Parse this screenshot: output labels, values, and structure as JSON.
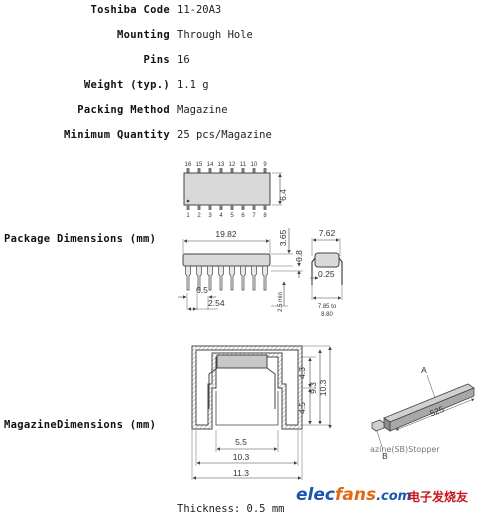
{
  "specs": [
    {
      "label": "Toshiba Code",
      "value": "11-20A3"
    },
    {
      "label": "Mounting",
      "value": "Through Hole"
    },
    {
      "label": "Pins",
      "value": "16"
    },
    {
      "label": "Weight (typ.)",
      "value": "1.1 g"
    },
    {
      "label": "Packing Method",
      "value": "Magazine"
    },
    {
      "label": "Minimum Quantity",
      "value": "25 pcs/Magazine"
    }
  ],
  "package": {
    "label": "Package Dimensions (mm)",
    "pins_top": [
      "16",
      "15",
      "14",
      "13",
      "12",
      "11",
      "10",
      "9"
    ],
    "pins_bottom": [
      "1",
      "2",
      "3",
      "4",
      "5",
      "6",
      "7",
      "8"
    ],
    "dim_width": "6.4",
    "dim_length": "19.82",
    "dim_height": "3.65",
    "dim_standoff": "0.8",
    "dim_lead_width": "0.5",
    "dim_pitch": "2.54",
    "dim_lead_len": "2.5 min",
    "dim_row_spacing": "7.62",
    "dim_lead_thick": "0.25",
    "dim_span_line1": "7.85 to",
    "dim_span_line2": "8.80"
  },
  "magazine": {
    "label": "MagazineDimensions (mm)",
    "dim_inner_top": "4.3",
    "dim_inner_bottom": "4.5",
    "dim_inner_h": "9.3",
    "dim_outer_h": "10.3",
    "dim_slot": "5.5",
    "dim_inner_w": "10.3",
    "dim_outer_w": "11.3",
    "dim_length": "525",
    "label_a": "A",
    "label_b": "B",
    "thickness": "Thickness: 0.5 mm"
  },
  "watermark": {
    "brand_prefix": "elec",
    "brand_suffix": "fans",
    "brand_domain": ".com",
    "brand_cn": "电子发烧友",
    "overlay": "azine(SB)Stopper"
  },
  "colors": {
    "text": "#111111",
    "line": "#444444",
    "body_fill": "#d9d9d9",
    "magazine_fill": "#c8c8c8",
    "brand_blue": "#1a56b0",
    "brand_orange": "#e06a12",
    "brand_red": "#c8161d"
  }
}
